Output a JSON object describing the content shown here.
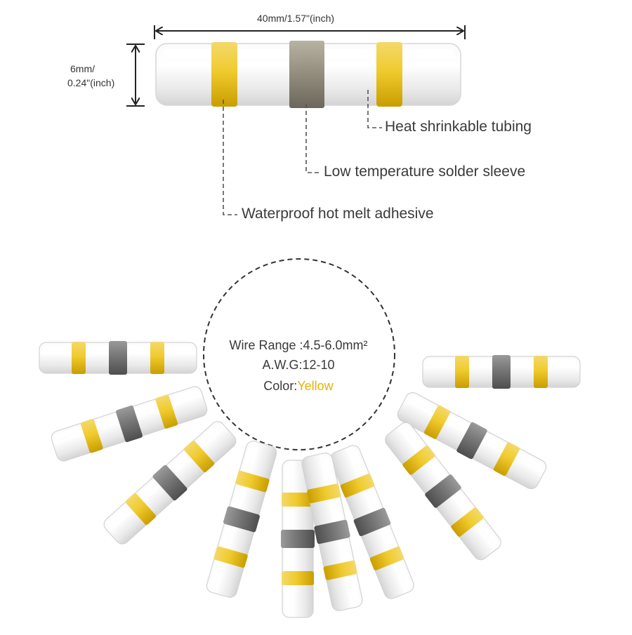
{
  "dimensions": {
    "length": "40mm/1.57\"(inch)",
    "diameter_line1": "6mm/",
    "diameter_line2": "0.24\"(inch)"
  },
  "callouts": {
    "heat_shrink": "Heat shrinkable tubing",
    "solder_sleeve": "Low temperature solder sleeve",
    "adhesive": "Waterproof hot melt adhesive"
  },
  "specs": {
    "wire_range": "Wire Range :4.5-6.0mm²",
    "awg": "A.W.G:12-10",
    "color_label": "Color:",
    "color_value": "Yellow"
  },
  "colors": {
    "band_yellow": "#e8c21a",
    "solder_gray": "#6e6e6e",
    "tube_white": "#f4f4f4",
    "text_yellow": "#e6b400"
  },
  "connector_count": 10
}
